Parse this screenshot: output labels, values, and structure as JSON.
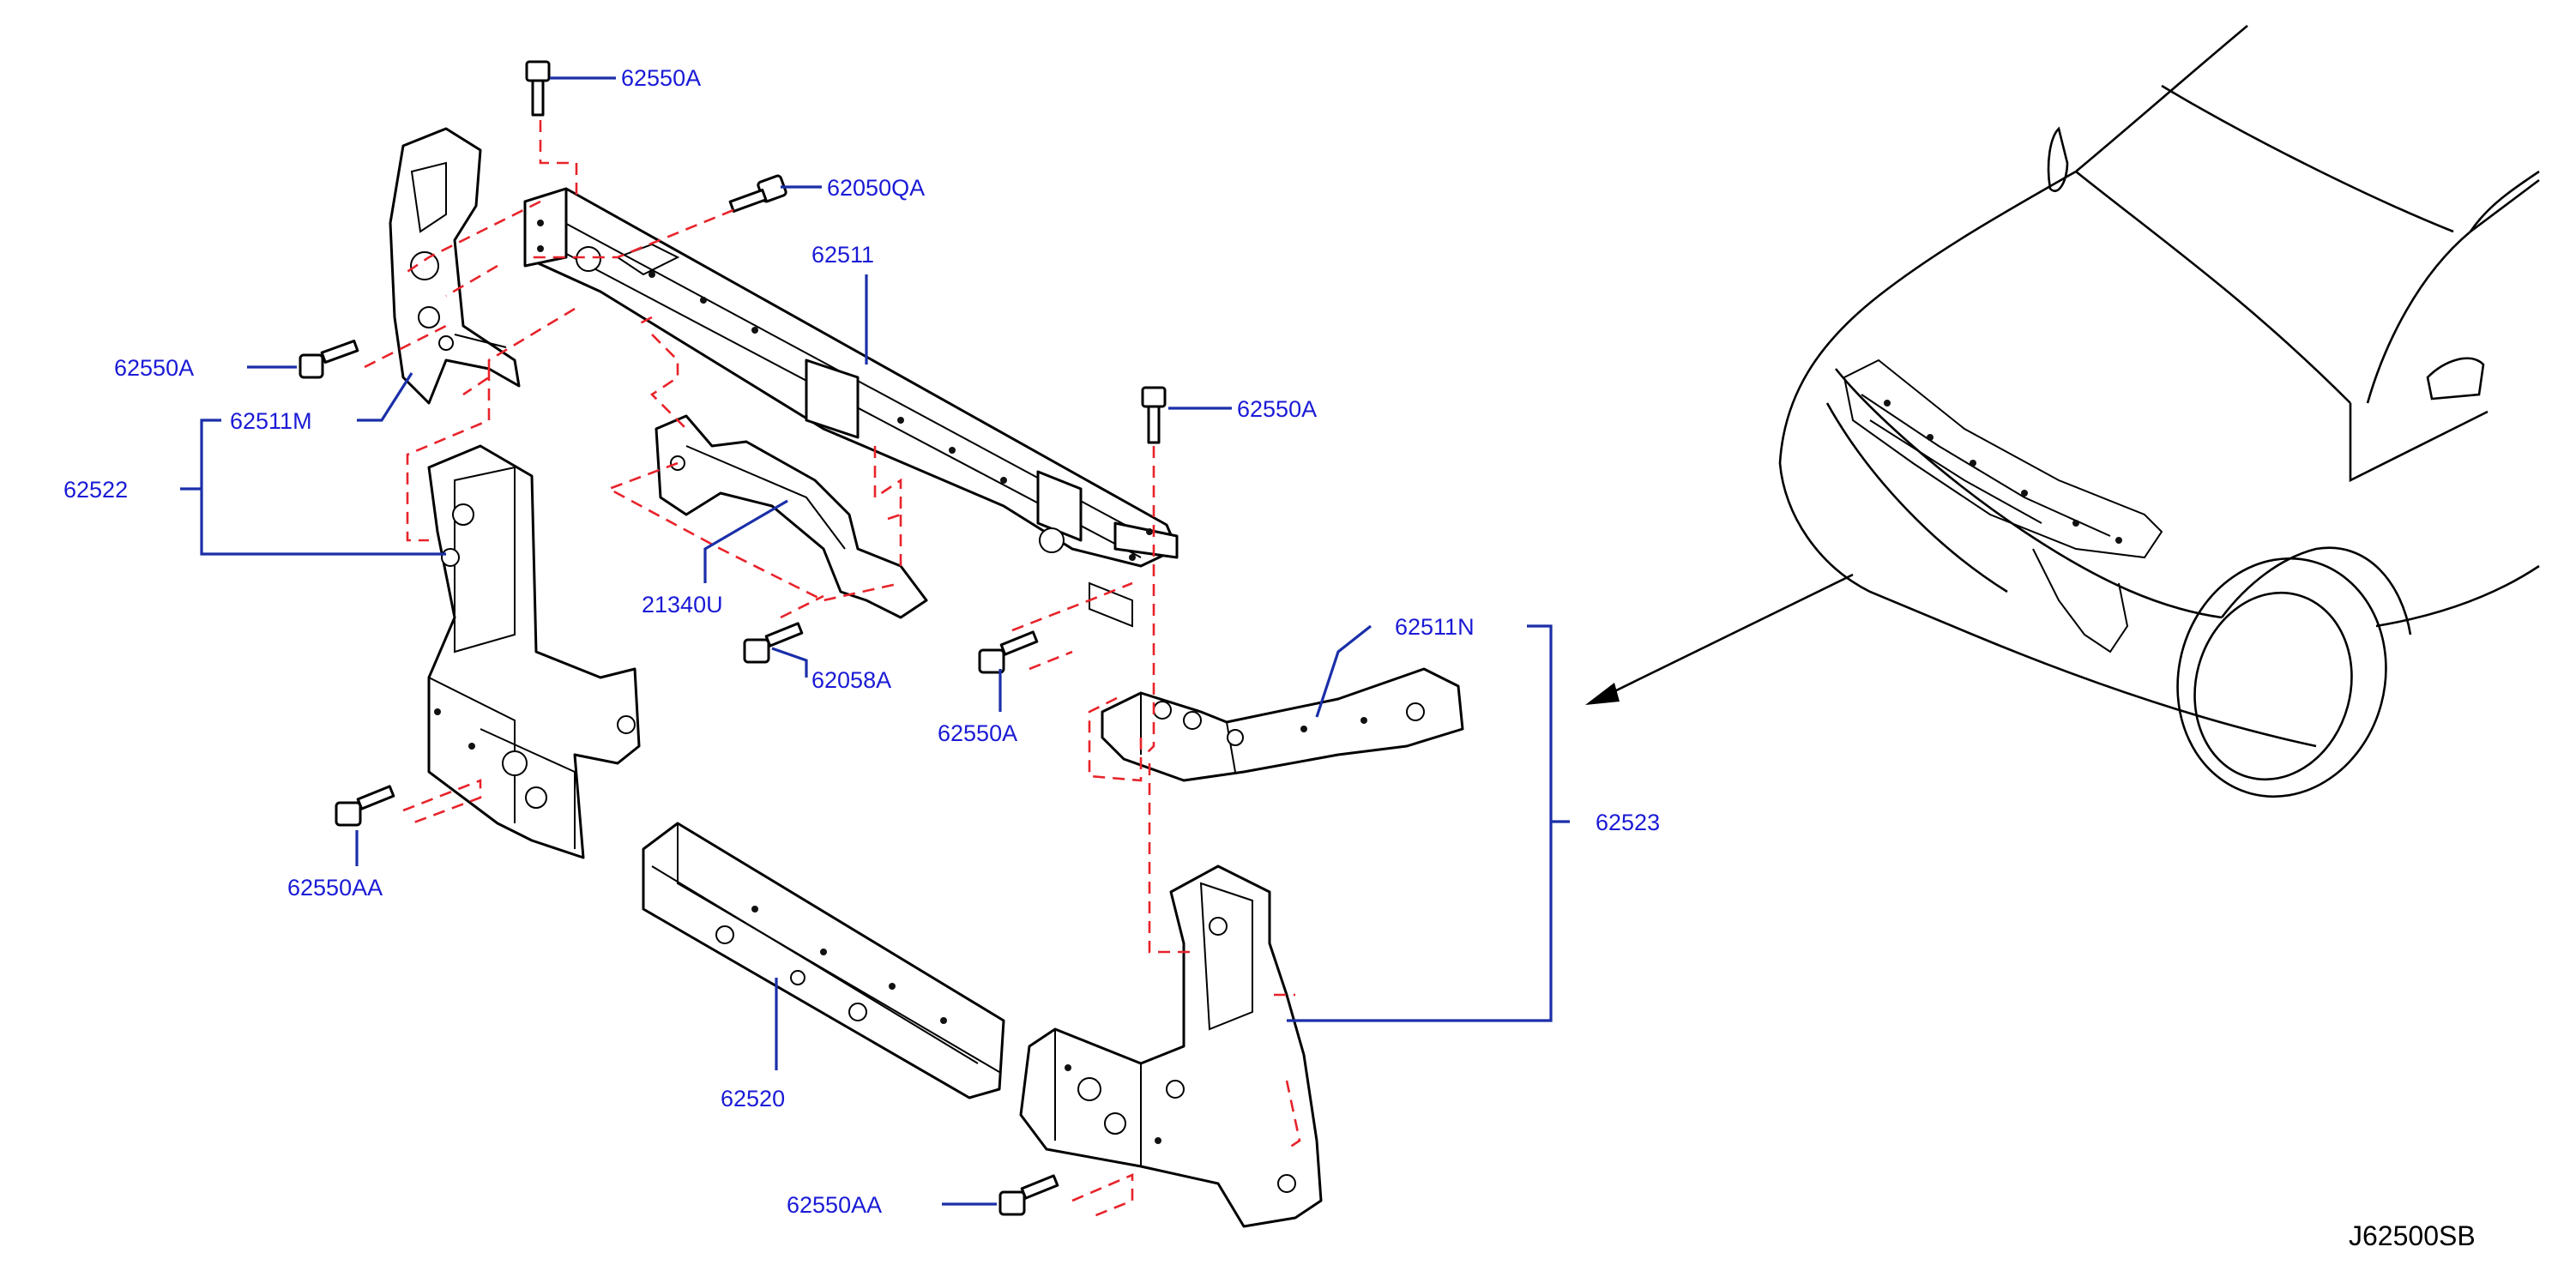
{
  "diagram": {
    "code": "J62500SB",
    "callouts": {
      "c_62550A_top": "62550A",
      "c_62050QA": "62050QA",
      "c_62511": "62511",
      "c_62550A_left": "62550A",
      "c_62511M": "62511M",
      "c_62522": "62522",
      "c_62550A_mid": "62550A",
      "c_21340U": "21340U",
      "c_62058A": "62058A",
      "c_62550A_low": "62550A",
      "c_62511N": "62511N",
      "c_62550AA_left": "62550AA",
      "c_62523": "62523",
      "c_62520": "62520",
      "c_62550AA_bottom": "62550AA"
    }
  }
}
